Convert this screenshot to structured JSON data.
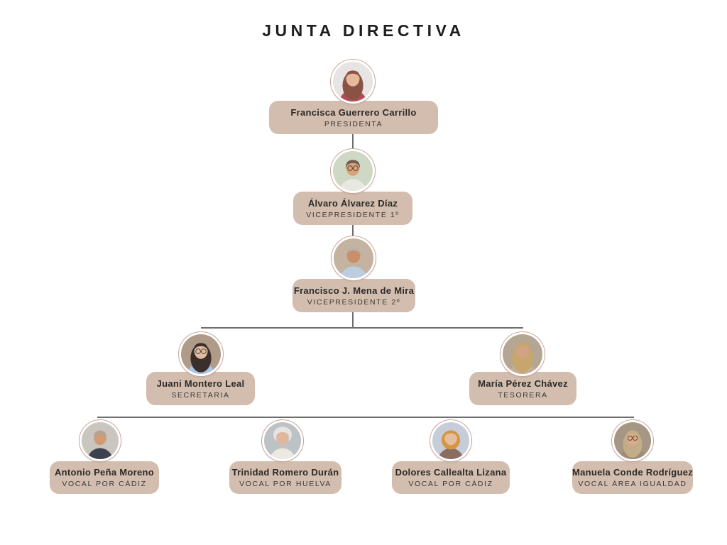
{
  "title": "JUNTA DIRECTIVA",
  "colors": {
    "background": "#ffffff",
    "card_background": "#d2bdae",
    "connector_line": "#6e6e6e",
    "photo_ring": "#c9a59b",
    "title_text": "#1d1d1d",
    "name_text": "#2d2a28",
    "role_text": "#3d3936"
  },
  "nodes": [
    {
      "name": "Francisca Guerrero Carrillo",
      "role": "PRESIDENTA",
      "level": 1,
      "avatar": {
        "bg": "#e9e4e4",
        "hair": "#8a5243",
        "skin": "#e5b99c",
        "shirt": "#b44a5c",
        "hair_style": "long",
        "glasses": false
      }
    },
    {
      "name": "Álvaro Álvarez Díaz",
      "role": "VICEPRESIDENTE 1º",
      "level": 2,
      "avatar": {
        "bg": "#cfd8c4",
        "hair": "#6e5c50",
        "skin": "#d9a379",
        "shirt": "#e9e7e2",
        "hair_style": "short",
        "glasses": true
      }
    },
    {
      "name": "Francisco J. Mena de Mira",
      "role": "VICEPRESIDENTE 2º",
      "level": 3,
      "avatar": {
        "bg": "#c3b3a0",
        "hair": "#b9b2a8",
        "skin": "#c98f69",
        "shirt": "#bccde0",
        "hair_style": "short",
        "glasses": false
      }
    },
    {
      "name": "Juani Montero Leal",
      "role": "SECRETARIA",
      "level": 4,
      "avatar": {
        "bg": "#b09a88",
        "hair": "#3b2f2b",
        "skin": "#e3bb9f",
        "shirt": "#aac6e6",
        "hair_style": "long",
        "glasses": true
      }
    },
    {
      "name": "María Pérez Chávez",
      "role": "TESORERA",
      "level": 4,
      "avatar": {
        "bg": "#b4a692",
        "hair": "#c7a66b",
        "skin": "#d3a284",
        "shirt": "#c3b098",
        "hair_style": "long",
        "glasses": false
      }
    },
    {
      "name": "Antonio Peña Moreno",
      "role": "VOCAL POR CÁDIZ",
      "level": 5,
      "avatar": {
        "bg": "#c9c6bf",
        "hair": "#a9a49a",
        "skin": "#cf9c78",
        "shirt": "#3c414b",
        "hair_style": "bald",
        "glasses": false
      }
    },
    {
      "name": "Trinidad Romero Durán",
      "role": "VOCAL POR HUELVA",
      "level": 5,
      "avatar": {
        "bg": "#bcc2c6",
        "hair": "#e6e4e0",
        "skin": "#dfb69e",
        "shirt": "#ece8e2",
        "hair_style": "curly",
        "glasses": false
      }
    },
    {
      "name": "Dolores Callealta Lizana",
      "role": "VOCAL POR CÁDIZ",
      "level": 5,
      "avatar": {
        "bg": "#c6cdd8",
        "hair": "#d69540",
        "skin": "#e6bd9e",
        "shirt": "#8a6c60",
        "hair_style": "bob",
        "glasses": false
      }
    },
    {
      "name": "Manuela Conde Rodríguez",
      "role": "VOCAL ÁREA IGUALDAD",
      "level": 5,
      "avatar": {
        "bg": "#a59784",
        "hair": "#c3ad89",
        "skin": "#d9ab8b",
        "shirt": "#9c8a7a",
        "hair_style": "long",
        "glasses": true
      }
    }
  ]
}
